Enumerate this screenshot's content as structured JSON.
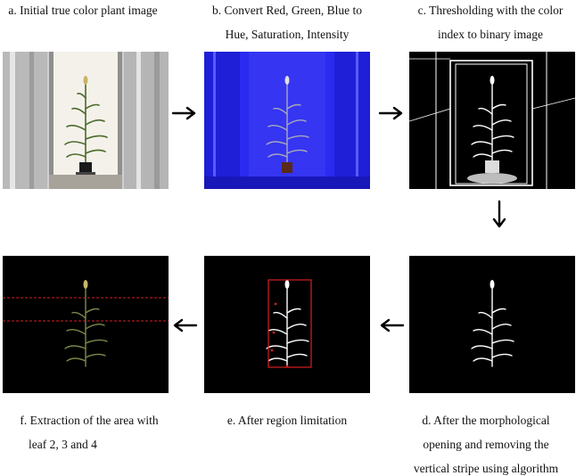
{
  "steps": {
    "a": {
      "line1": "a. Initial true color plant image"
    },
    "b": {
      "line1": "b. Convert Red, Green, Blue to",
      "line2": "Hue, Saturation, Intensity"
    },
    "c": {
      "line1": "c. Thresholding with the color",
      "line2": "index to binary image"
    },
    "d": {
      "line1": "d. After the morphological",
      "line2": "opening and removing the",
      "line3": "vertical stripe using algorithm"
    },
    "e": {
      "line1": "e. After region limitation"
    },
    "f": {
      "line1": "f. Extraction of the area with",
      "line2": "leaf 2, 3 and 4"
    }
  },
  "colors": {
    "hsi_background": "#2a2af0",
    "binary_background": "#000000",
    "region_box": "#d42020",
    "extraction_band": "#d42020"
  },
  "icons": [
    "arrow-right-icon",
    "arrow-down-icon",
    "arrow-left-icon"
  ]
}
